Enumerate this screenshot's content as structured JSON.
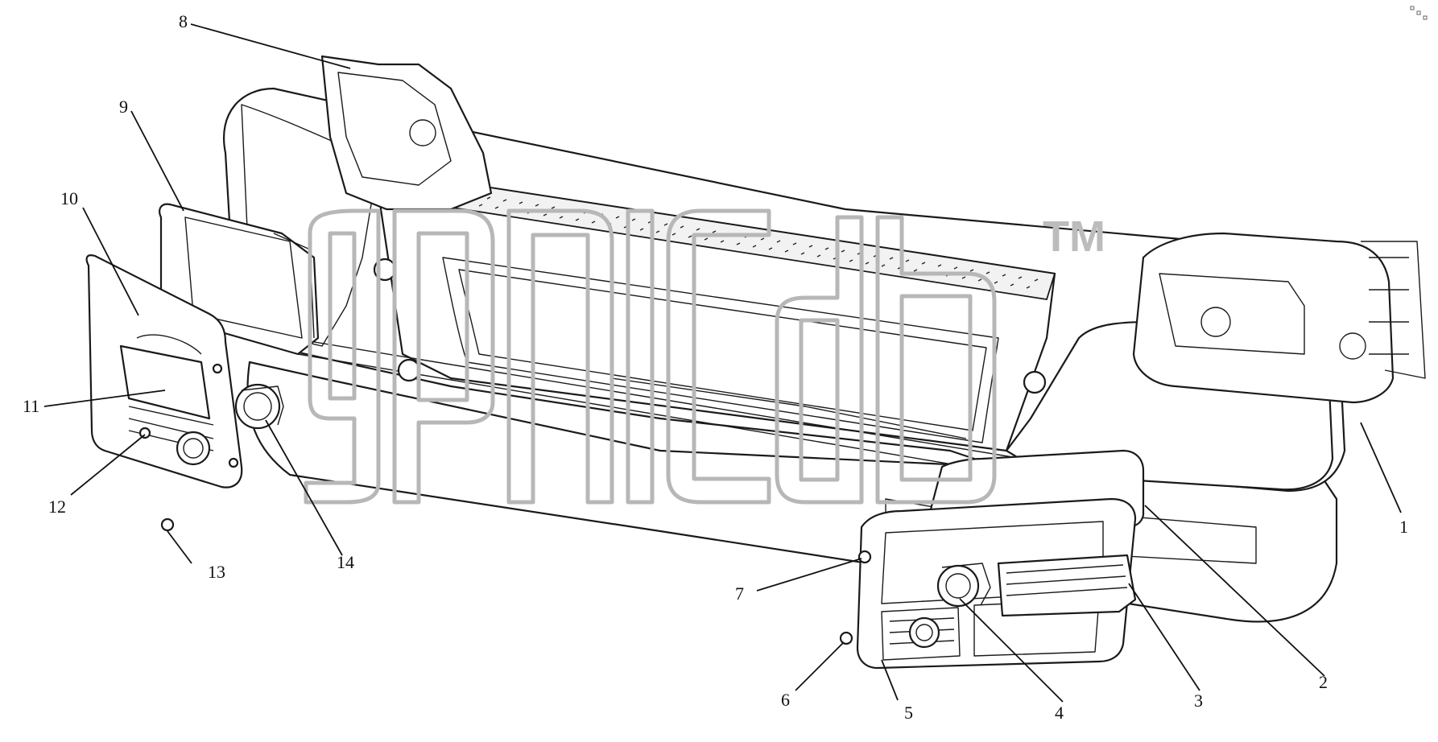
{
  "diagram": {
    "callouts": [
      {
        "id": "c1",
        "label": "1"
      },
      {
        "id": "c2",
        "label": "2"
      },
      {
        "id": "c3",
        "label": "3"
      },
      {
        "id": "c4",
        "label": "4"
      },
      {
        "id": "c5",
        "label": "5"
      },
      {
        "id": "c6",
        "label": "6"
      },
      {
        "id": "c7",
        "label": "7"
      },
      {
        "id": "c8",
        "label": "8"
      },
      {
        "id": "c9",
        "label": "9"
      },
      {
        "id": "c10",
        "label": "10"
      },
      {
        "id": "c11",
        "label": "11"
      },
      {
        "id": "c12",
        "label": "12"
      },
      {
        "id": "c13",
        "label": "13"
      },
      {
        "id": "c14",
        "label": "14"
      }
    ]
  },
  "watermark": {
    "trademark": "TM",
    "color": "#b7b7b7"
  }
}
